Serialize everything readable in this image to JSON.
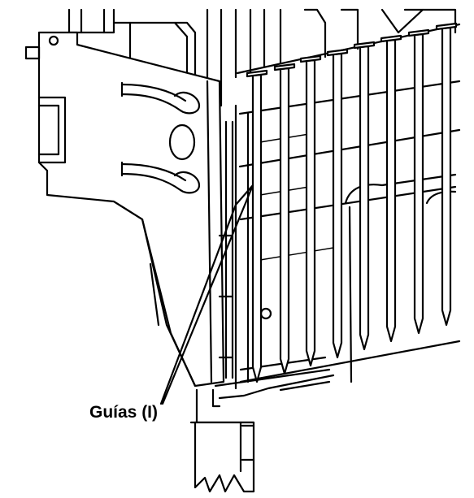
{
  "diagram": {
    "callout": {
      "label": "Guías (I)"
    },
    "nails": [
      {
        "id": 1
      },
      {
        "id": 2
      },
      {
        "id": 3
      },
      {
        "id": 4
      },
      {
        "id": 5
      },
      {
        "id": 6
      },
      {
        "id": 7
      },
      {
        "id": 8
      }
    ]
  }
}
